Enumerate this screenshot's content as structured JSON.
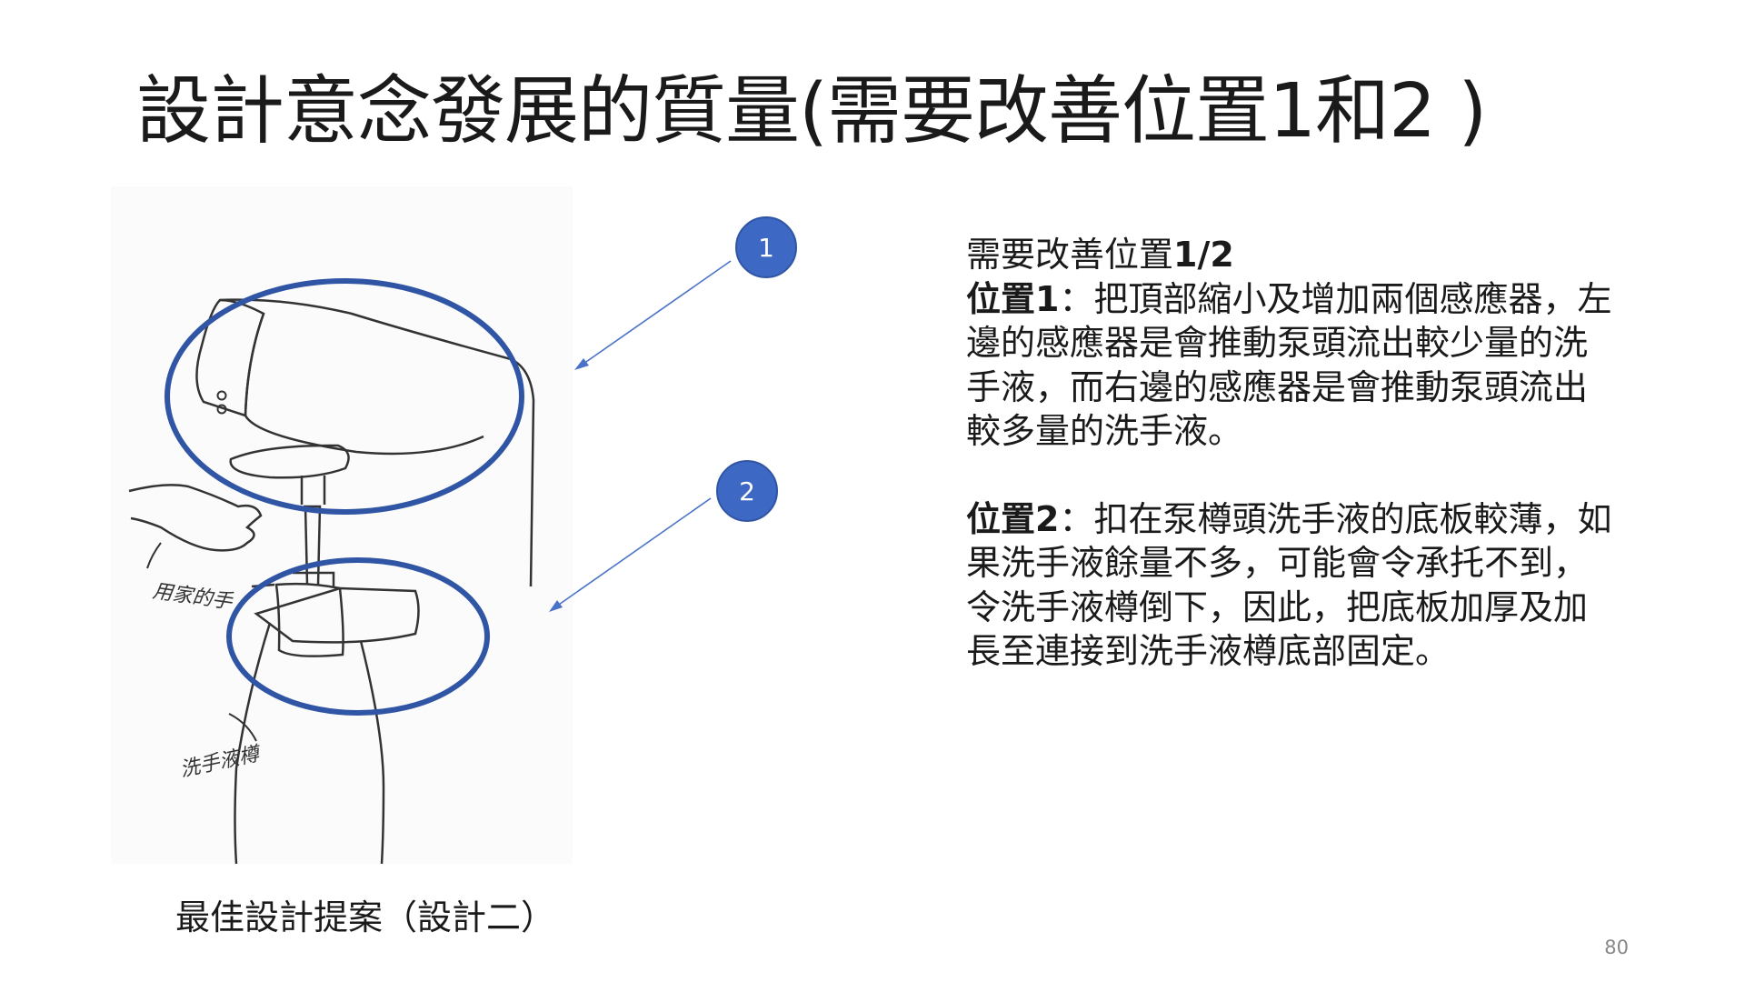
{
  "slide": {
    "title": "設計意念發展的質量(需要改善位置1和2 )",
    "caption": "最佳設計提案（設計二）",
    "page_number": "80"
  },
  "sketch": {
    "label_hand": "用家的手",
    "label_tank": "洗手液樽",
    "markers": [
      {
        "label": "1"
      },
      {
        "label": "2"
      }
    ],
    "accent_color": "#2f55a4",
    "marker_fill": "#3d68c4"
  },
  "body": {
    "heading": "需要改善位置",
    "heading_fraction": "1/2",
    "point1_label": "位置1",
    "point1_text": "：把頂部縮小及增加兩個感應器，左邊的感應器是會推動泵頭流出較少量的洗手液，而右邊的感應器是會推動泵頭流出較多量的洗手液。",
    "point2_label": "位置2",
    "point2_text": "：扣在泵樽頭洗手液的底板較薄，如果洗手液餘量不多，可能會令承托不到，令洗手液樽倒下，因此，把底板加厚及加長至連接到洗手液樽底部固定。"
  }
}
